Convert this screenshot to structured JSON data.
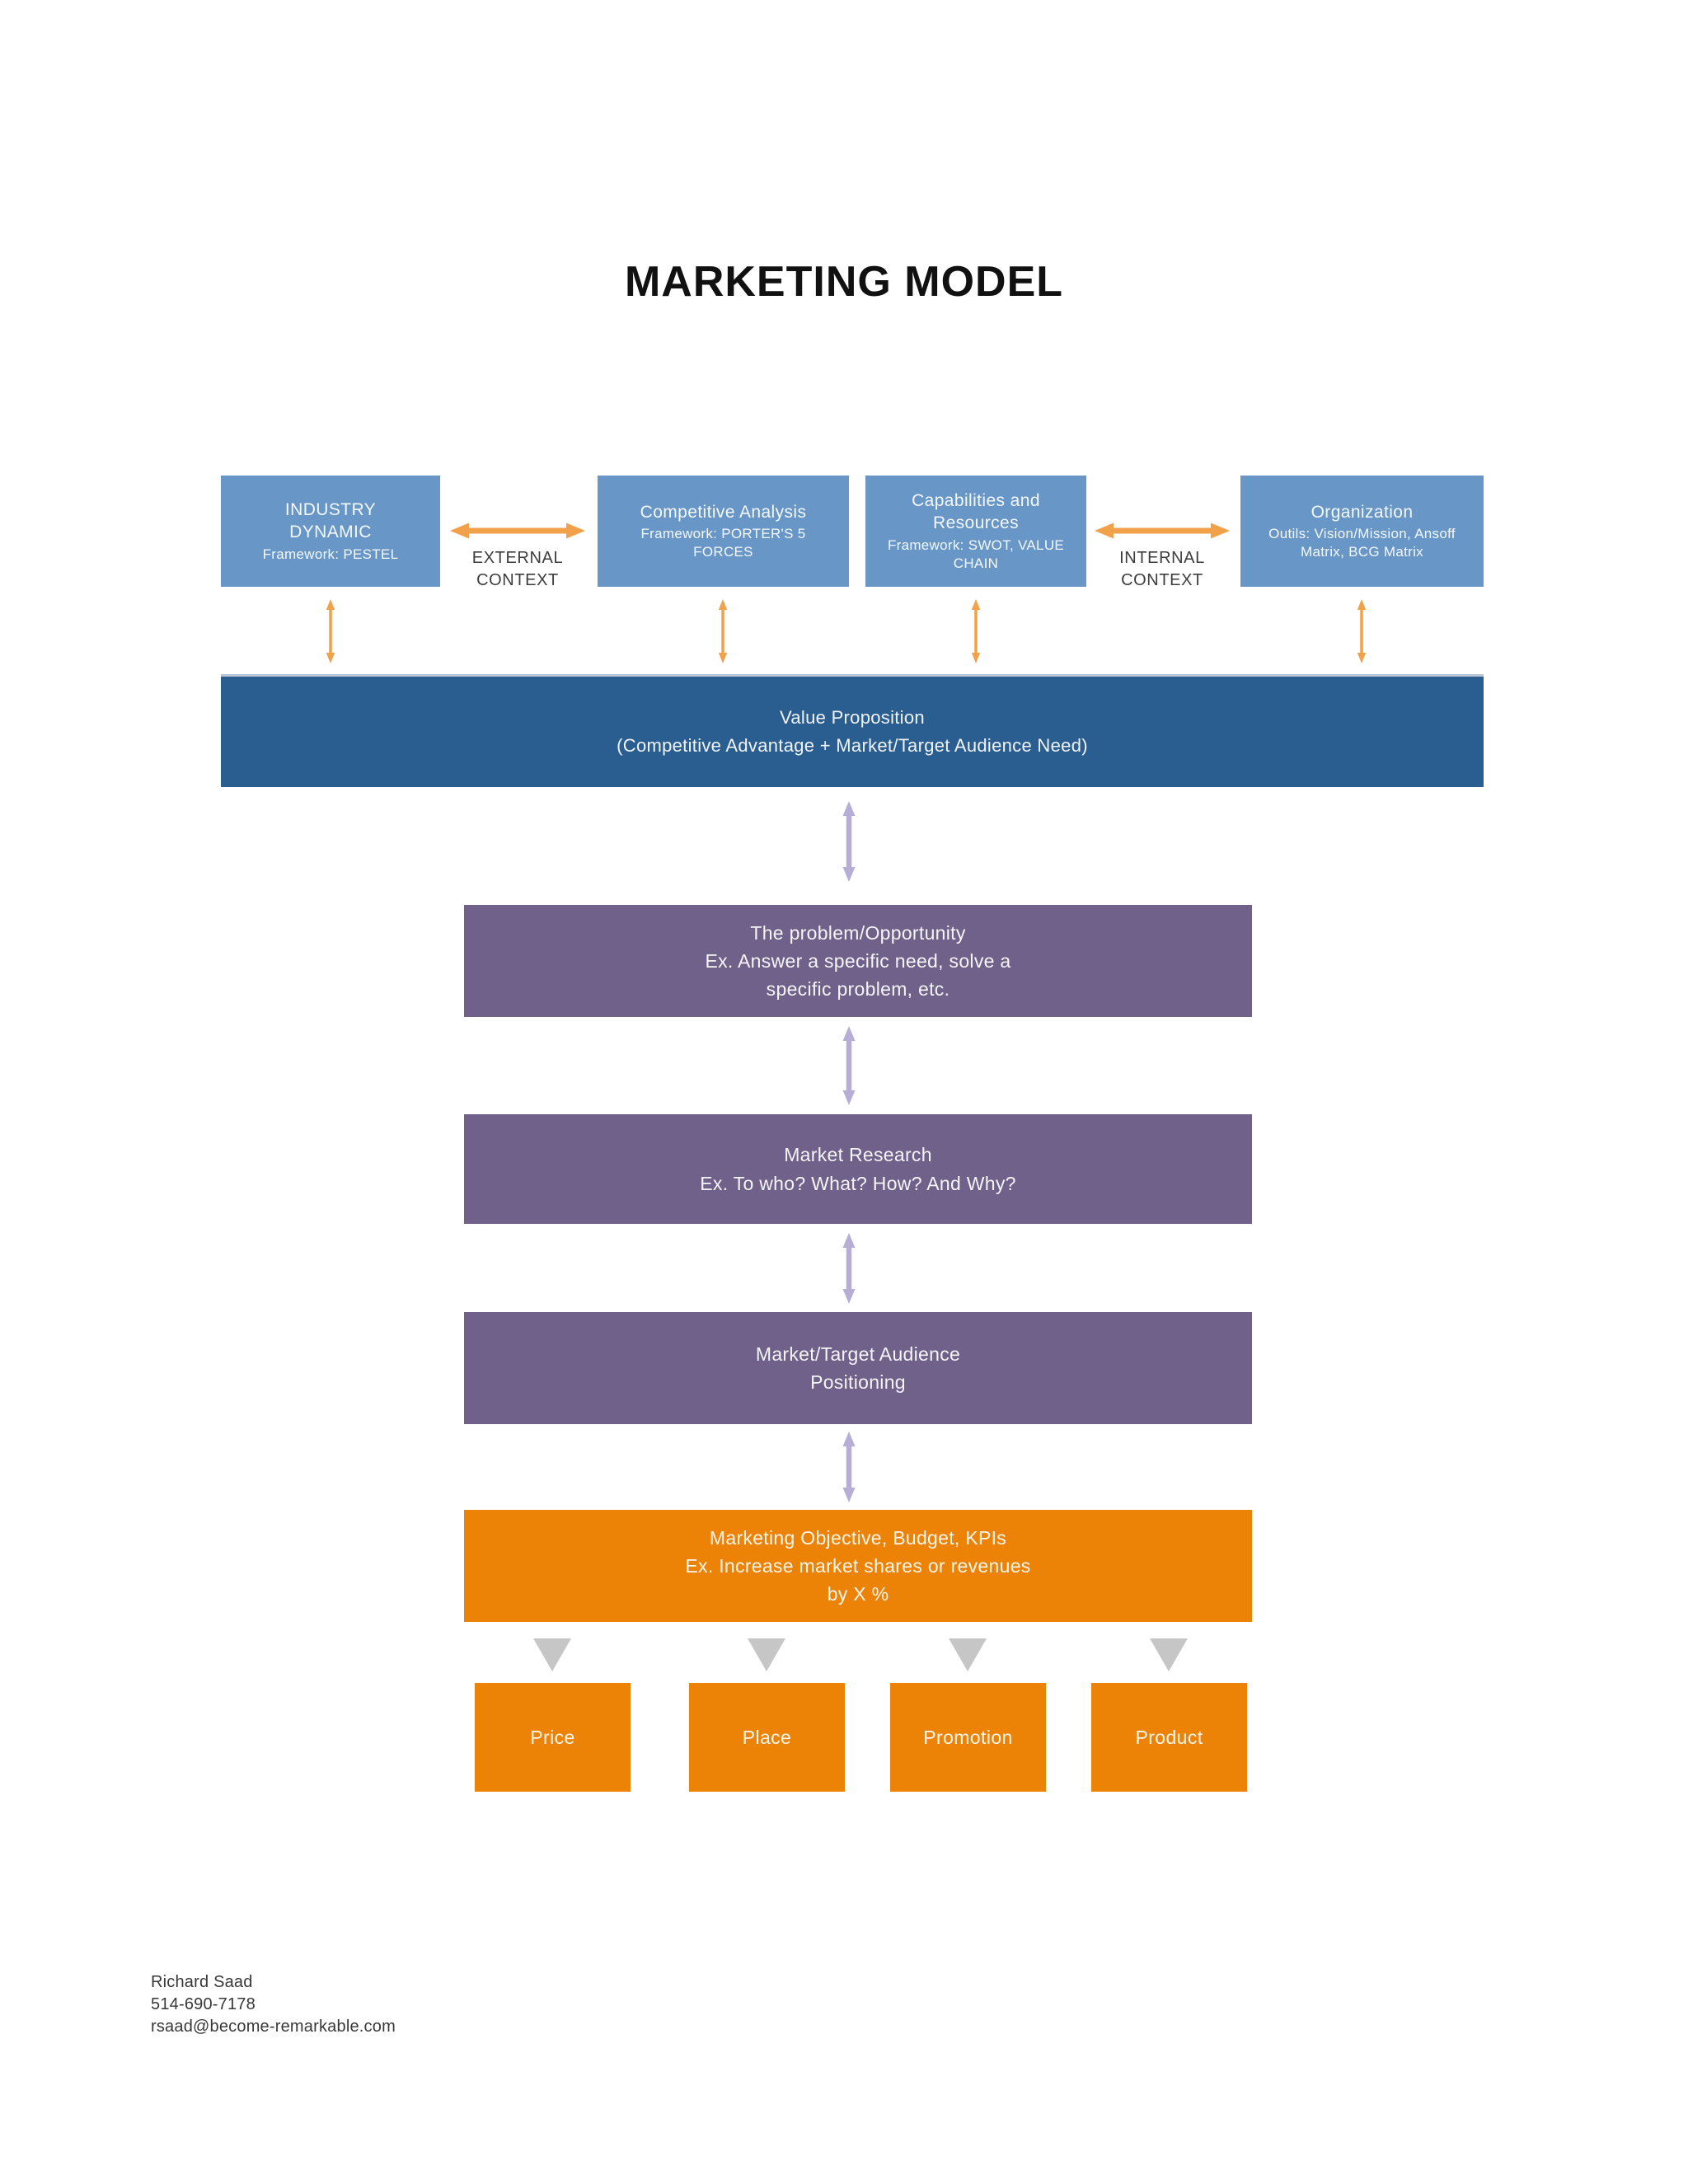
{
  "page": {
    "title": "MARKETING MODEL"
  },
  "colors": {
    "light_blue_box": "#6897c7",
    "dark_blue_bar": "#2b5e90",
    "purple_box": "#6f6189",
    "orange_box": "#ec8306",
    "arrow_orange": "#f2a14b",
    "arrow_lavender": "#b6aed5",
    "triangle_gray": "#c6c6c6",
    "title_text": "#111111"
  },
  "icons": {
    "double_arrow_horizontal": "↔",
    "double_arrow_vertical": "↕",
    "triangle_down": "▼"
  },
  "top_row": {
    "boxes": [
      {
        "title": "INDUSTRY\nDYNAMIC",
        "subtitle": "Framework: PESTEL"
      },
      {
        "title": "Competitive Analysis",
        "subtitle": "Framework: PORTER'S 5\nFORCES"
      },
      {
        "title": "Capabilities and\nResources",
        "subtitle": "Framework: SWOT, VALUE\nCHAIN"
      },
      {
        "title": "Organization",
        "subtitle": "Outils: Vision/Mission, Ansoff\nMatrix, BCG Matrix"
      }
    ],
    "external_label": "EXTERNAL\nCONTEXT",
    "internal_label": "INTERNAL\nCONTEXT"
  },
  "value_proposition": {
    "line1": "Value Proposition",
    "line2": "(Competitive Advantage + Market/Target Audience Need)"
  },
  "flow": [
    {
      "title": "The problem/Opportunity",
      "subtitle": "Ex. Answer a specific need, solve a\nspecific problem, etc."
    },
    {
      "title": "Market Research",
      "subtitle": "Ex. To who? What? How? And Why?"
    },
    {
      "title": "Market/Target Audience\nPositioning"
    },
    {
      "title": "Marketing Objective, Budget, KPIs",
      "subtitle": "Ex. Increase market shares or revenues\nby X %"
    }
  ],
  "marketing_mix": [
    "Price",
    "Place",
    "Promotion",
    "Product"
  ],
  "footer": {
    "name": "Richard Saad",
    "phone": "514-690-7178",
    "email": "rsaad@become-remarkable.com"
  }
}
